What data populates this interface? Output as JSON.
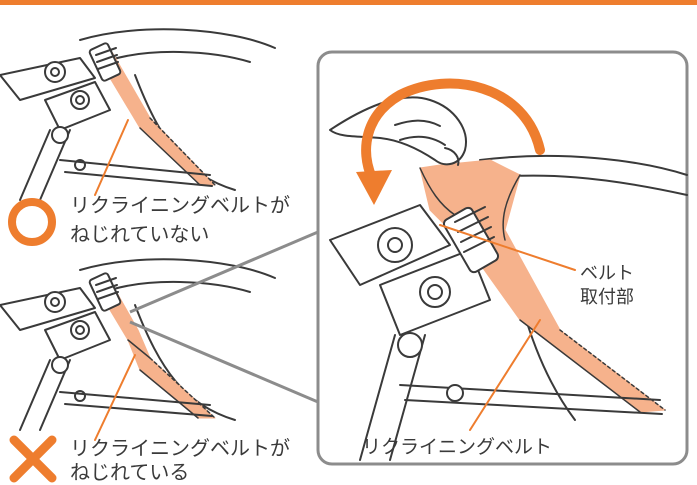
{
  "colors": {
    "accent": "#ee7d2e",
    "belt": "#f6b28c",
    "line": "#3a3a3a",
    "panel_border": "#8c8c8c"
  },
  "icons": {
    "good_mark": "circle-ok-icon",
    "bad_mark": "cross-ng-icon",
    "rotation": "curved-arrow-icon"
  },
  "labels": {
    "good_line1": "リクライニングベルトが",
    "good_line2": "ねじれていない",
    "bad_line1": "リクライニングベルトが",
    "bad_line2": "ねじれている",
    "mount_line1": "ベルト",
    "mount_line2": "取付部",
    "belt": "リクライニングベルト"
  }
}
